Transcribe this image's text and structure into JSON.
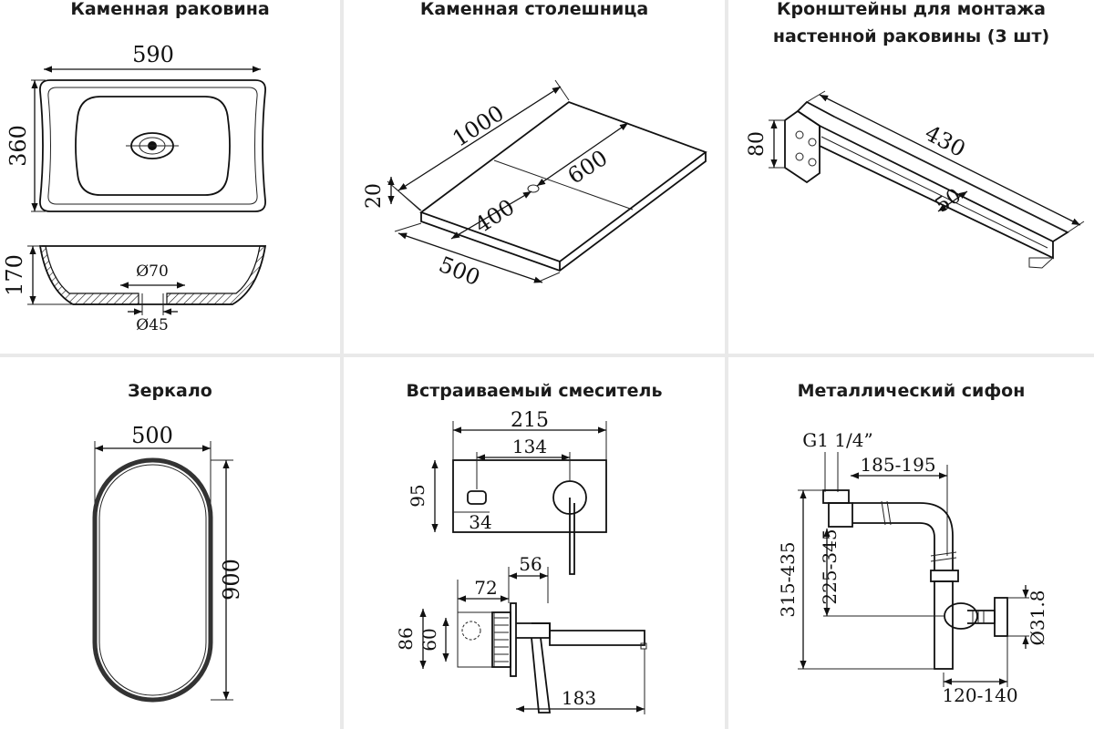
{
  "panels": {
    "sink": {
      "title": "Каменная раковина",
      "dims": {
        "width": "590",
        "depth": "360",
        "height": "170",
        "d_outer": "Ø70",
        "d_inner": "Ø45"
      }
    },
    "countertop": {
      "title": "Каменная столешница",
      "dims": {
        "length": "1000",
        "thickness": "20",
        "width": "500",
        "offset_a": "400",
        "offset_b": "600"
      }
    },
    "brackets": {
      "title_line1": "Кронштейны для монтажа",
      "title_line2": "настенной раковины (3 шт)",
      "dims": {
        "height": "80",
        "length": "430",
        "width": "50"
      }
    },
    "mirror": {
      "title": "Зеркало",
      "dims": {
        "width": "500",
        "height": "900"
      }
    },
    "mixer": {
      "title": "Встраиваемый смеситель",
      "dims": {
        "plate_w": "215",
        "spacing": "134",
        "plate_h": "95",
        "small": "34",
        "depth_a": "56",
        "depth_b": "72",
        "body_h": "86",
        "body_inner": "60",
        "spout": "183"
      }
    },
    "siphon": {
      "title": "Металлический сифон",
      "dims": {
        "thread": "G1 1/4”",
        "horiz": "185-195",
        "height_total": "315-435",
        "height_inner": "225-345",
        "diameter": "Ø31.8",
        "wall": "120-140"
      }
    }
  }
}
